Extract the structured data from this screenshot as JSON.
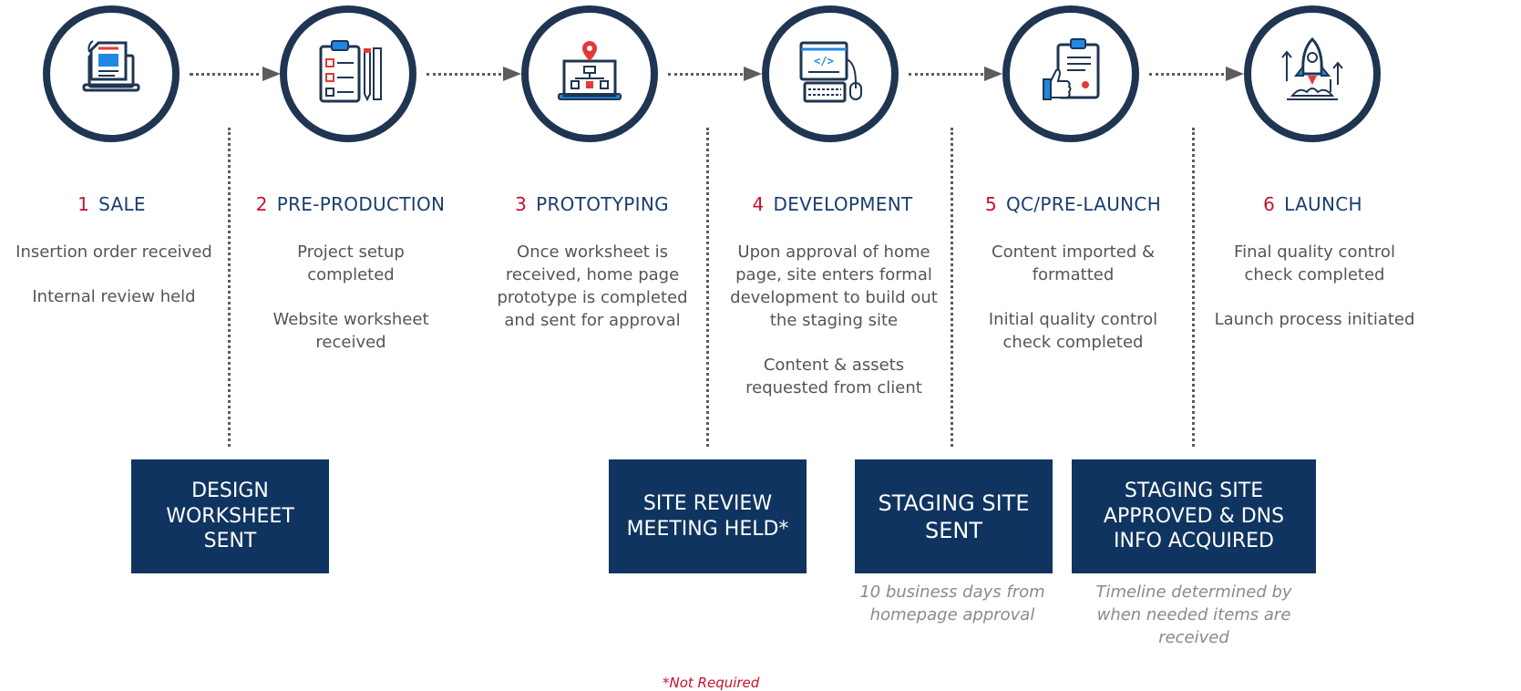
{
  "steps": [
    {
      "number": "1",
      "title": "SALE",
      "icon": "document-laptop-icon",
      "descriptions": [
        "Insertion order received",
        "Internal review held"
      ]
    },
    {
      "number": "2",
      "title": "PRE-PRODUCTION",
      "icon": "clipboard-checklist-icon",
      "descriptions": [
        "Project setup completed",
        "Website worksheet received"
      ]
    },
    {
      "number": "3",
      "title": "PROTOTYPING",
      "icon": "sitemap-laptop-icon",
      "descriptions": [
        "Once worksheet is received, home page prototype is completed and sent for approval"
      ]
    },
    {
      "number": "4",
      "title": "DEVELOPMENT",
      "icon": "code-computer-icon",
      "descriptions": [
        "Upon approval of home page, site enters formal development to build out the staging site",
        "Content & assets requested from client"
      ]
    },
    {
      "number": "5",
      "title": "QC/PRE-LAUNCH",
      "icon": "thumbs-up-clipboard-icon",
      "descriptions": [
        "Content imported & formatted",
        "Initial quality control check completed"
      ]
    },
    {
      "number": "6",
      "title": "LAUNCH",
      "icon": "rocket-launch-icon",
      "descriptions": [
        "Final quality control check completed",
        "Launch process initiated"
      ]
    }
  ],
  "milestones": [
    {
      "label": "DESIGN WORKSHEET SENT",
      "note": ""
    },
    {
      "label": "SITE REVIEW MEETING HELD*",
      "note": ""
    },
    {
      "label": "STAGING SITE SENT",
      "note": "10 business days from homepage approval"
    },
    {
      "label": "STAGING SITE APPROVED & DNS INFO ACQUIRED",
      "note": "Timeline determined by when needed items are received"
    }
  ],
  "footnote": "*Not Required",
  "colors": {
    "navy": "#1f3551",
    "milestone_fill": "#0f3460",
    "title_blue": "#1a3d6d",
    "number_red": "#c8102e",
    "icon_blue": "#1f88e5",
    "icon_red": "#e53935",
    "connector_gray": "#5c5c5c"
  }
}
